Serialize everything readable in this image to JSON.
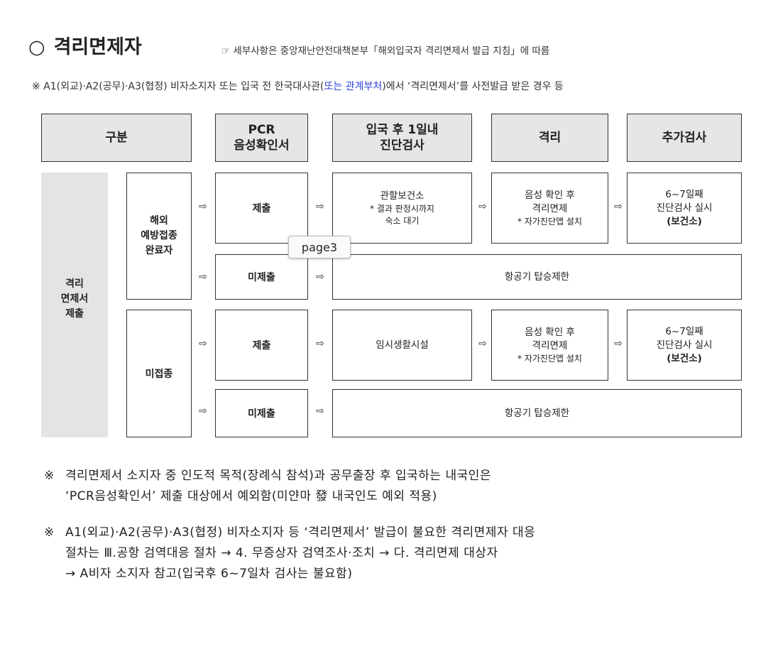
{
  "title": {
    "circle": "○",
    "text": "격리면제자"
  },
  "reference_note": "☞ 세부사항은 중앙재난안전대책본부「해외입국자 격리면제서 발급 지침」에 따름",
  "visa_note": {
    "before": "※ A1(외교)·A2(공무)·A3(협정) 비자소지자 또는 입국 전 한국대사관(",
    "highlight": "또는 관계부처",
    "after": ")에서 ‘격리면제서’를 사전발급 받은 경우 등"
  },
  "table": {
    "headers": {
      "category": "구분",
      "pcr_line1": "PCR",
      "pcr_line2": "음성확인서",
      "test_line1": "입국 후 1일내",
      "test_line2": "진단검사",
      "quarantine": "격리",
      "extra": "추가검사"
    },
    "left_label": [
      "격리",
      "면제서",
      "제출"
    ],
    "arrow": "⇨",
    "groups": [
      {
        "label": [
          "해외",
          "예방접종",
          "완료자"
        ],
        "submit": "제출",
        "test": [
          "관할보건소",
          "* 결과 판정시까지",
          "숙소 대기"
        ],
        "quarantine": [
          "음성 확인 후",
          "격리면제",
          "* 자가진단앱 설치"
        ],
        "extra": [
          "6~7일째",
          "진단검사 실시",
          "(보건소)"
        ],
        "no_submit": "미제출",
        "board_limit": "항공기 탑승제한"
      },
      {
        "label": [
          "미접종"
        ],
        "submit": "제출",
        "test": [
          "임시생활시설"
        ],
        "quarantine": [
          "음성 확인 후",
          "격리면제",
          "* 자가진단앱 설치"
        ],
        "extra": [
          "6~7일째",
          "진단검사 실시",
          "(보건소)"
        ],
        "no_submit": "미제출",
        "board_limit": "항공기 탑승제한"
      }
    ]
  },
  "tooltip": "page3",
  "notes": [
    {
      "mark": "※",
      "lines": [
        "격리면제서 소지자 중 인도적 목적(장례식 참석)과 공무출장 후 입국하는 내국인은",
        "‘PCR음성확인서’ 제출 대상에서 예외함(미얀마 發 내국인도 예외 적용)"
      ]
    },
    {
      "mark": "※",
      "lines": [
        "A1(외교)·A2(공무)·A3(협정) 비자소지자 등 ‘격리면제서’ 발급이 불요한 격리면제자 대응",
        "절차는 Ⅲ.공항 검역대응 절차 → 4. 무증상자 검역조사·조치 → 다. 격리면제 대상자",
        "→ A비자 소지자 참고(입국후 6~7일차 검사는 불요함)"
      ]
    }
  ]
}
